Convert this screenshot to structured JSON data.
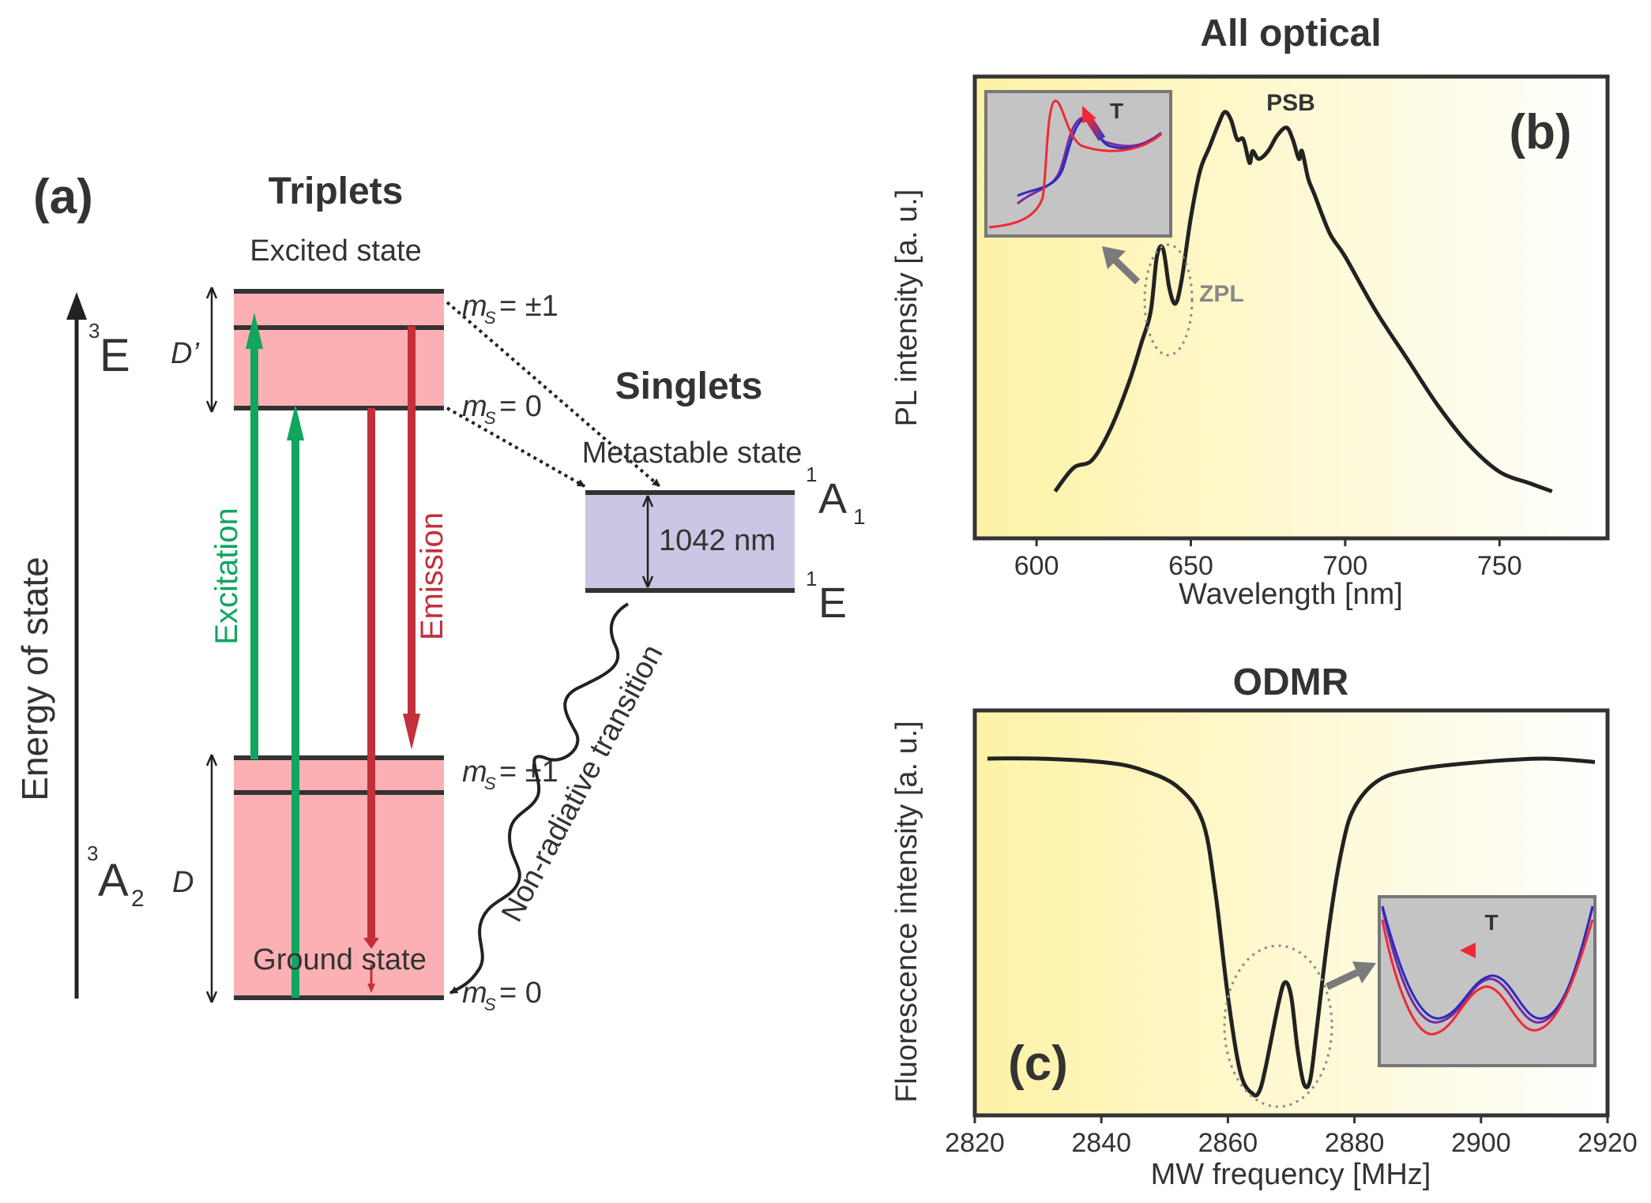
{
  "panel_a": {
    "label": "(a)",
    "energy_axis_label": "Energy of state",
    "triplets_title": "Triplets",
    "excited_state_label": "Excited state",
    "ground_state_label": "Ground state",
    "state_3E": {
      "sup": "3",
      "main": "E"
    },
    "state_3A2": {
      "sup": "3",
      "main": "A",
      "sub": "2"
    },
    "d_prime_label": "D’",
    "d_label": "D",
    "ms_symbol": "m",
    "ms_sub": "S",
    "ms_pm1_upper": "= ±1",
    "ms_0_upper": "= 0",
    "ms_pm1_lower": "= ±1",
    "ms_0_lower": "= 0",
    "excitation_label": "Excitation",
    "emission_label": "Emission",
    "singlets_title": "Singlets",
    "metastable_label": "Metastable state",
    "state_1A1": {
      "sup": "1",
      "main": "A",
      "sub": "1"
    },
    "state_1E": {
      "sup": "1",
      "main": "E"
    },
    "gap_label": "1042 nm",
    "nonrad_label": "Non-radiative transition",
    "colors": {
      "triplet_fill": "#fdb0b4",
      "singlet_fill": "#c9c7e3",
      "excitation": "#11a55e",
      "emission": "#c3303a"
    }
  },
  "panel_b": {
    "title": "All optical",
    "label": "(b)",
    "psb_label": "PSB",
    "zpl_label": "ZPL",
    "inset_T": "T",
    "ylabel": "PL intensity [a. u.]",
    "xlabel": "Wavelength [nm]"
  },
  "panel_c": {
    "title": "ODMR",
    "label": "(c)",
    "inset_T": "T",
    "ylabel": "Fluorescence intensity [a. u.]",
    "xlabel": "MW frequency [MHz]"
  },
  "chart_data": [
    {
      "type": "line",
      "title": "All optical",
      "xlabel": "Wavelength [nm]",
      "ylabel": "PL intensity [a. u.]",
      "xlim": [
        580,
        785
      ],
      "ylim": [
        0,
        1.1
      ],
      "xticks": [
        600,
        650,
        700,
        750
      ],
      "annotations": [
        "PSB",
        "ZPL"
      ],
      "x": [
        606,
        612,
        618,
        624,
        630,
        634,
        637,
        639,
        641,
        643,
        645,
        647,
        650,
        653,
        656,
        659,
        661,
        663,
        665,
        667,
        669,
        670,
        672,
        675,
        678,
        681,
        683,
        685,
        686,
        688,
        690,
        695,
        700,
        710,
        720,
        730,
        740,
        750,
        760,
        767
      ],
      "y": [
        0.1,
        0.16,
        0.18,
        0.26,
        0.38,
        0.48,
        0.56,
        0.7,
        0.72,
        0.62,
        0.58,
        0.64,
        0.8,
        0.92,
        0.98,
        1.04,
        1.07,
        1.05,
        1.0,
        1.0,
        0.94,
        0.97,
        0.95,
        0.97,
        1.01,
        1.03,
        1.0,
        0.95,
        0.97,
        0.9,
        0.86,
        0.76,
        0.7,
        0.56,
        0.44,
        0.32,
        0.22,
        0.15,
        0.12,
        0.1
      ]
    },
    {
      "type": "line",
      "title": "ODMR",
      "xlabel": "MW frequency [MHz]",
      "ylabel": "Fluorescence intensity [a. u.]",
      "xlim": [
        2820,
        2920
      ],
      "ylim": [
        0,
        1.05
      ],
      "xticks": [
        2820,
        2840,
        2860,
        2880,
        2900,
        2920
      ],
      "x": [
        2822,
        2830,
        2840,
        2846,
        2852,
        2856,
        2858,
        2860,
        2862,
        2864,
        2865,
        2866,
        2868,
        2869,
        2870,
        2871,
        2872,
        2873,
        2874,
        2876,
        2878,
        2880,
        2884,
        2890,
        2900,
        2910,
        2918
      ],
      "y": [
        0.98,
        0.98,
        0.97,
        0.95,
        0.9,
        0.8,
        0.6,
        0.3,
        0.08,
        0.02,
        0.03,
        0.1,
        0.28,
        0.34,
        0.3,
        0.15,
        0.05,
        0.06,
        0.2,
        0.5,
        0.72,
        0.84,
        0.92,
        0.95,
        0.97,
        0.98,
        0.97
      ]
    }
  ]
}
